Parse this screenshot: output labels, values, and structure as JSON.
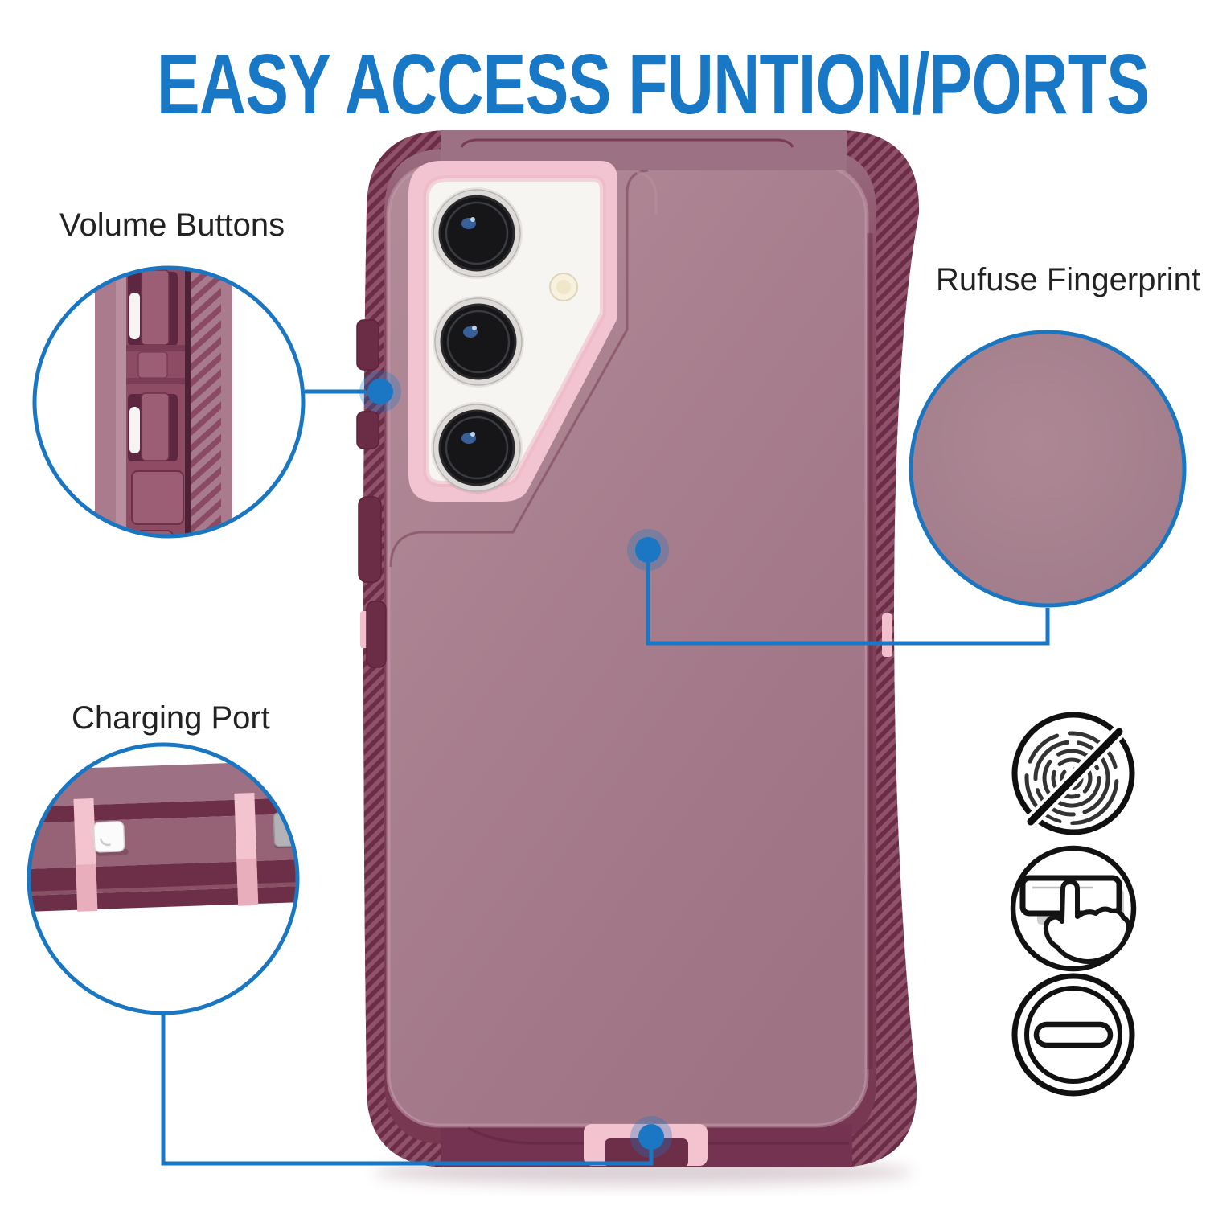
{
  "title": {
    "text": "EASY ACCESS FUNTION/PORTS",
    "color": "#1878c6"
  },
  "callouts": [
    {
      "id": "volume",
      "label": "Volume Buttons"
    },
    {
      "id": "fingerprint",
      "label": "Rufuse Fingerprint"
    },
    {
      "id": "charging",
      "label": "Charging Port"
    }
  ],
  "icons": [
    {
      "name": "fingerprint-resistant-icon"
    },
    {
      "name": "button-press-icon"
    },
    {
      "name": "port-access-icon"
    }
  ],
  "colors": {
    "accent_blue": "#1b77c4",
    "title_blue": "#1878c6",
    "case_rim_dark": "#7e4058",
    "case_back_mauve": "#a8808e",
    "camera_surround_pink": "#f2c3d0",
    "port_cover_pink": "#f3c3cf",
    "lens_black": "#161619",
    "label_text": "#222222"
  }
}
